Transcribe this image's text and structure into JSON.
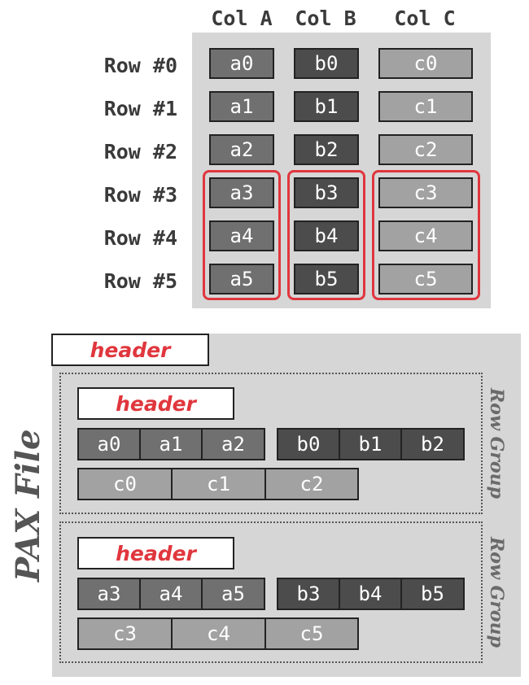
{
  "columns": [
    "Col A",
    "Col B",
    "Col C"
  ],
  "rows": [
    "Row #0",
    "Row #1",
    "Row #2",
    "Row #3",
    "Row #4",
    "Row #5"
  ],
  "cells": {
    "a": [
      "a0",
      "a1",
      "a2",
      "a3",
      "a4",
      "a5"
    ],
    "b": [
      "b0",
      "b1",
      "b2",
      "b3",
      "b4",
      "b5"
    ],
    "c": [
      "c0",
      "c1",
      "c2",
      "c3",
      "c4",
      "c5"
    ]
  },
  "pax": {
    "title": "PAX File",
    "file_header": "header",
    "groups": [
      {
        "title": "Row Group",
        "header": "header",
        "a": [
          "a0",
          "a1",
          "a2"
        ],
        "b": [
          "b0",
          "b1",
          "b2"
        ],
        "c": [
          "c0",
          "c1",
          "c2"
        ]
      },
      {
        "title": "Row Group",
        "header": "header",
        "a": [
          "a3",
          "a4",
          "a5"
        ],
        "b": [
          "b3",
          "b4",
          "b5"
        ],
        "c": [
          "c3",
          "c4",
          "c5"
        ]
      }
    ]
  },
  "colors": {
    "col_a": "#707070",
    "col_b": "#4c4c4c",
    "col_c": "#a2a2a2",
    "highlight": "#e0363d",
    "panel": "#d6d6d6"
  }
}
